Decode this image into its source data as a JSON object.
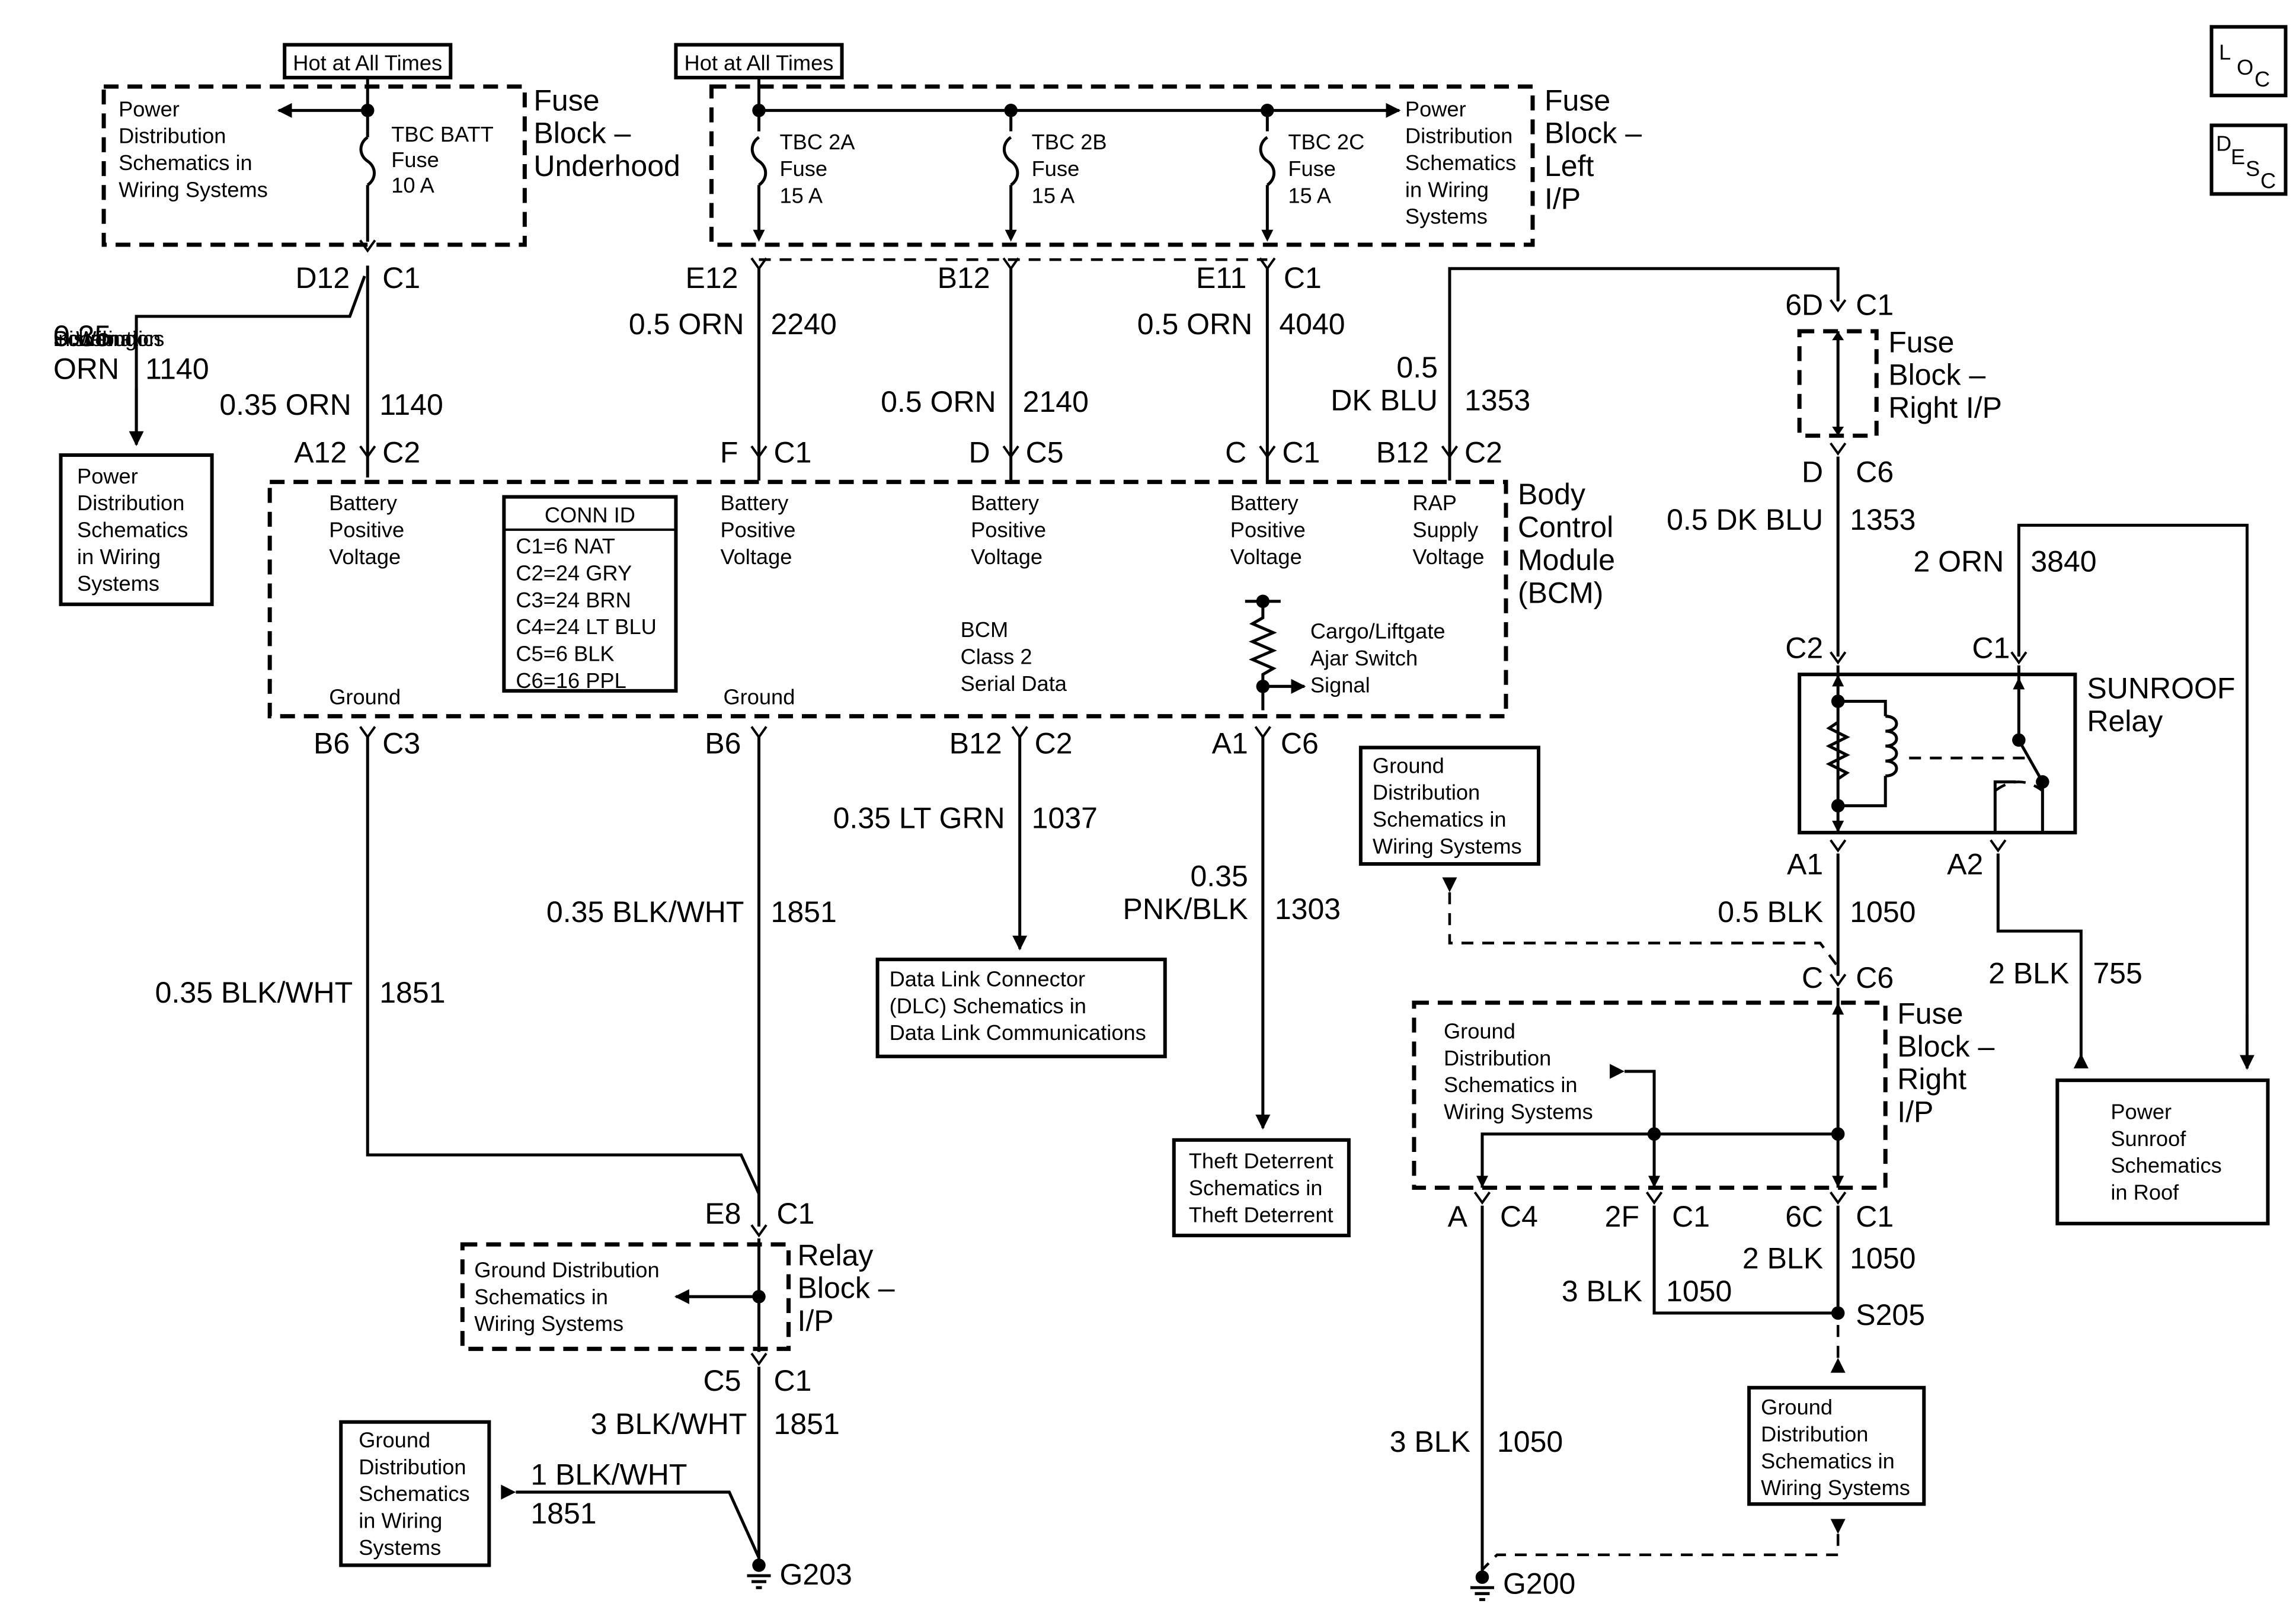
{
  "icons": {
    "loc": "LOC",
    "desc": "DESC"
  },
  "hot_labels": {
    "underhood": "Hot at All Times",
    "left_ip": "Hot at All Times"
  },
  "fuse_blocks": {
    "underhood": [
      "Fuse",
      "Block –",
      "Underhood"
    ],
    "left_ip": [
      "Fuse",
      "Block –",
      "Left",
      "I/P"
    ],
    "right_ip_top": [
      "Fuse",
      "Block –",
      "Right I/P"
    ],
    "right_ip_bottom": [
      "Fuse",
      "Block –",
      "Right",
      "I/P"
    ],
    "relay_block": [
      "Relay",
      "Block –",
      "I/P"
    ]
  },
  "fuses": {
    "batt": [
      "TBC BATT",
      "Fuse",
      "10 A"
    ],
    "f2a": [
      "TBC 2A",
      "Fuse",
      "15 A"
    ],
    "f2b": [
      "TBC 2B",
      "Fuse",
      "15 A"
    ],
    "f2c": [
      "TBC 2C",
      "Fuse",
      "15 A"
    ]
  },
  "refs": {
    "pd_underhood": [
      "Power",
      "Distribution",
      "Schematics in",
      "Wiring Systems"
    ],
    "pd_leftip": [
      "Power",
      "Distribution",
      "Schematics",
      "in Wiring",
      "Systems"
    ],
    "pd_box_left": [
      "Power",
      "Distribution",
      "Schematics",
      "in Wiring",
      "Systems"
    ],
    "gd_upper_mid": [
      "Ground",
      "Distribution",
      "Schematics in",
      "Wiring Systems"
    ],
    "gd_right_fuse": [
      "Ground",
      "Distribution",
      "Schematics in",
      "Wiring Systems"
    ],
    "gd_relay": [
      "Ground Distribution",
      "Schematics in",
      "Wiring Systems"
    ],
    "gd_bottom_left": [
      "Ground",
      "Distribution",
      "Schematics",
      "in Wiring",
      "Systems"
    ],
    "gd_bottom_right": [
      "Ground",
      "Distribution",
      "Schematics in",
      "Wiring Systems"
    ],
    "dlc": [
      "Data Link Connector",
      "(DLC) Schematics in",
      "Data Link Communications"
    ],
    "theft": [
      "Theft Deterrent",
      "Schematics in",
      "Theft Deterrent"
    ],
    "sunroof_power": [
      "Power",
      "Sunroof",
      "Schematics",
      "in Roof"
    ]
  },
  "bcm": {
    "title": [
      "Body",
      "Control",
      "Module",
      "(BCM)"
    ],
    "conn_id_title": "CONN ID",
    "conn_ids": [
      "C1=6 NAT",
      "C2=24 GRY",
      "C3=24 BRN",
      "C4=24 LT BLU",
      "C5=6 BLK",
      "C6=16 PPL"
    ],
    "battery_positive": [
      "Battery",
      "Positive",
      "Voltage"
    ],
    "rap": [
      "RAP",
      "Supply",
      "Voltage"
    ],
    "ground": "Ground",
    "serial": [
      "BCM",
      "Class 2",
      "Serial Data"
    ],
    "switch": [
      "Cargo/Liftgate",
      "Ajar Switch",
      "Signal"
    ]
  },
  "relay": {
    "name": [
      "SUNROOF",
      "Relay"
    ]
  },
  "connectors": {
    "d12": "D12",
    "c1": "C1",
    "c2": "C2",
    "c3": "C3",
    "c4": "C4",
    "c5": "C5",
    "c6": "C6",
    "e12": "E12",
    "b12": "B12",
    "e11": "E11",
    "a12": "A12",
    "f": "F",
    "d": "D",
    "c": "C",
    "b6": "B6",
    "a1": "A1",
    "a2": "A2",
    "6d": "6D",
    "e8": "E8",
    "a": "A",
    "2f": "2F",
    "6c": "6C"
  },
  "wires": {
    "w035orn": "0.35",
    "orn": "ORN",
    "n1140": "1140",
    "w035orn1140": "0.35 ORN",
    "w05orn": "0.5 ORN",
    "n2240": "2240",
    "n2140": "2140",
    "n4040": "4040",
    "w05": "0.5",
    "dkblu": "DK BLU",
    "n1353": "1353",
    "w05dkblu": "0.5 DK BLU",
    "w2orn": "2 ORN",
    "n3840": "3840",
    "w035ltgrn": "0.35 LT GRN",
    "n1037": "1037",
    "w035": "0.35",
    "pnkblk": "PNK/BLK",
    "n1303": "1303",
    "w035blkwht": "0.35 BLK/WHT",
    "n1851": "1851",
    "w05blk": "0.5 BLK",
    "n1050": "1050",
    "w2blk": "2 BLK",
    "n755": "755",
    "w3blkwht": "3 BLK/WHT",
    "w1blkwht": "1 BLK/WHT",
    "w3blk": "3 BLK"
  },
  "splice": "S205",
  "grounds": {
    "g203": "G203",
    "g200": "G200"
  }
}
